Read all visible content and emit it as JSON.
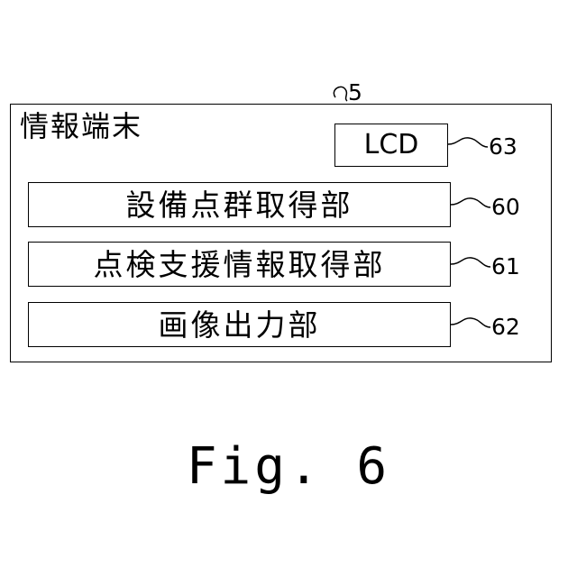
{
  "outer_ref": "5",
  "terminal": {
    "title": "情報端末"
  },
  "blocks": [
    {
      "label": "LCD",
      "ref": "63"
    },
    {
      "label": "設備点群取得部",
      "ref": "60"
    },
    {
      "label": "点検支援情報取得部",
      "ref": "61"
    },
    {
      "label": "画像出力部",
      "ref": "62"
    }
  ],
  "caption": "Fig. 6"
}
